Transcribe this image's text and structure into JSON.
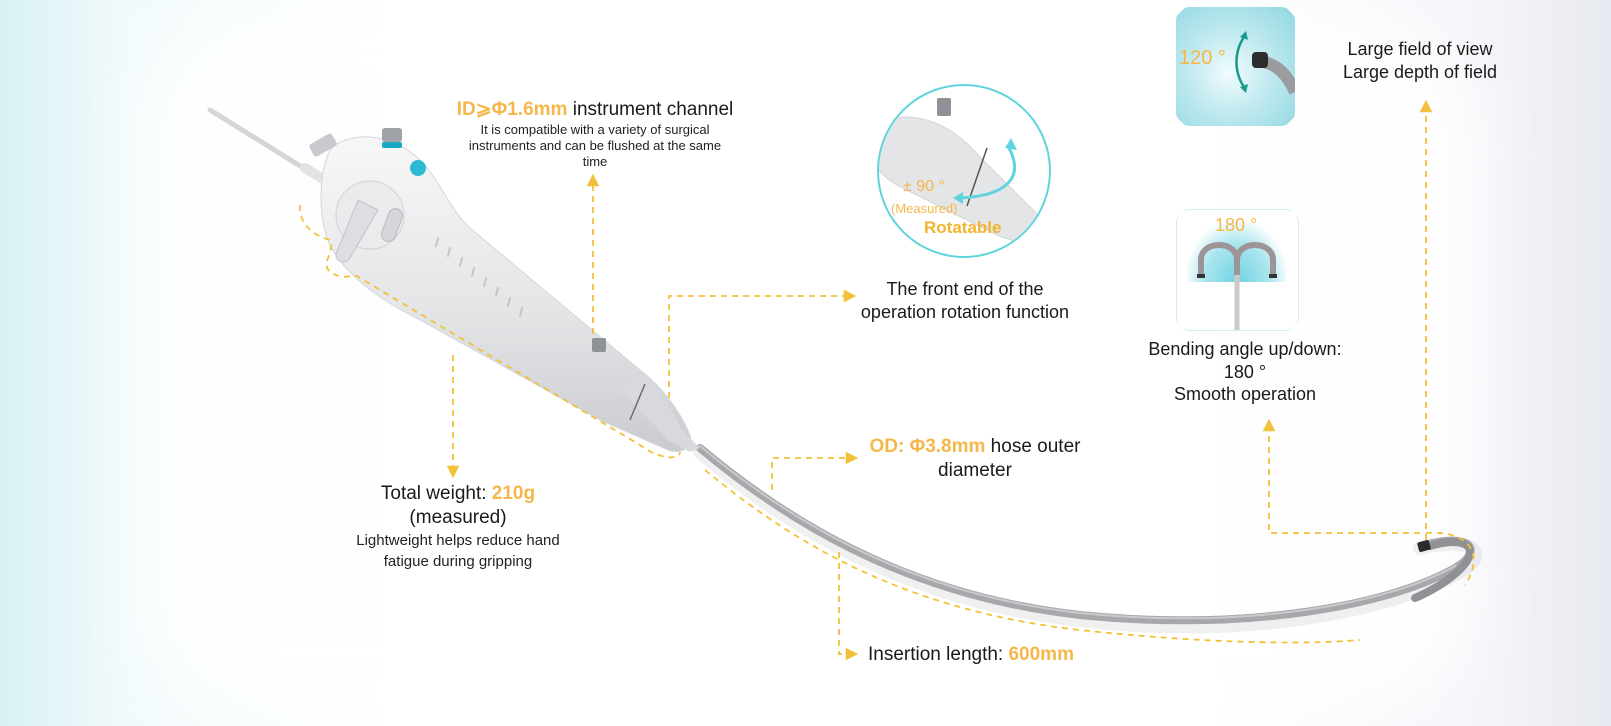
{
  "colors": {
    "accent": "#f5b74a",
    "dash": "#f2c13a",
    "teal": "#5fd4dd",
    "text": "#1a1a1a",
    "device_body": "#e4e6e8",
    "hose": "#a9abad"
  },
  "callouts": {
    "channel": {
      "highlight": "ID⩾Φ1.6mm",
      "title": " instrument channel",
      "description_line1": "It is compatible with a variety of surgical",
      "description_line2": "instruments and can be flushed at the same",
      "description_line3": "time"
    },
    "rotation_inset": {
      "angle": "± 90 °",
      "note": "(Measured)",
      "label": "Rotatable"
    },
    "rotation": {
      "line1": "The front end of the",
      "line2": "operation rotation function"
    },
    "fov_inset": {
      "angle": "120 °"
    },
    "fov": {
      "line1": "Large field of view",
      "line2": "Large depth of field"
    },
    "bend_inset": {
      "angle": "180 °"
    },
    "bend": {
      "line1": "Bending angle up/down:",
      "line2": "180 °",
      "line3": "Smooth operation"
    },
    "weight": {
      "title": "Total weight: ",
      "highlight": "210g",
      "line2": "(measured)",
      "description_line1": "Lightweight helps reduce hand",
      "description_line2": "fatigue during gripping"
    },
    "od": {
      "highlight": "OD: Φ3.8mm",
      "title": " hose outer",
      "line2": "diameter"
    },
    "length": {
      "title": "Insertion length: ",
      "highlight": "600mm"
    }
  }
}
